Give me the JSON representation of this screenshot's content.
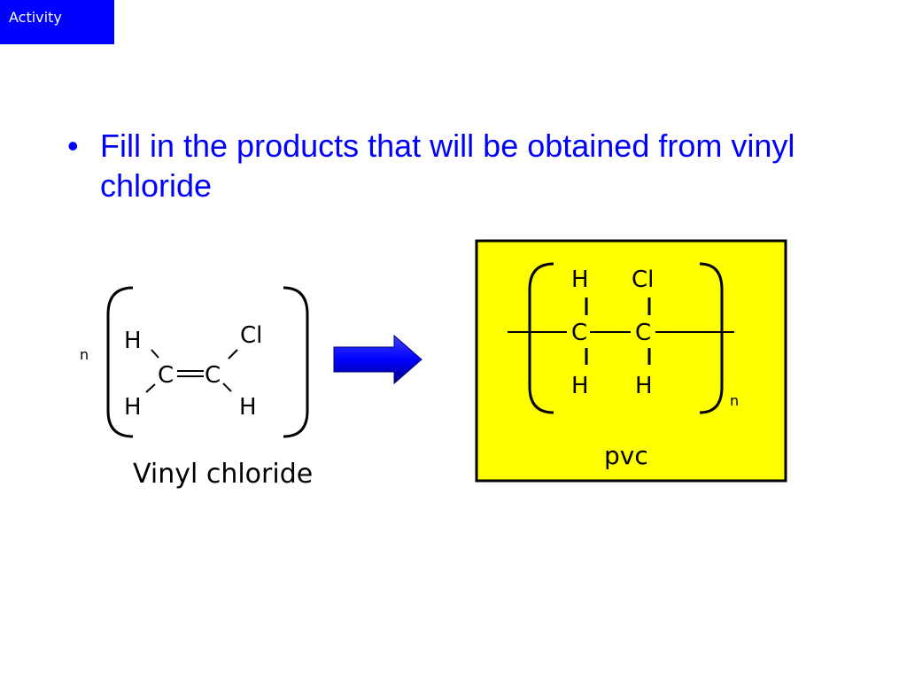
{
  "slide": {
    "tag_label": "Activity",
    "bullet_symbol": "•",
    "bullet_text": "Fill in the products that will be obtained from vinyl chloride"
  },
  "reactant": {
    "multiplier": "n",
    "atom_h_top": "H",
    "atom_h_bottom_left": "H",
    "atom_cl": "Cl",
    "atom_h_bottom_right": "H",
    "atom_c_left": "C",
    "atom_c_right": "C",
    "caption": "Vinyl chloride"
  },
  "product": {
    "atom_h_top": "H",
    "atom_cl_top": "Cl",
    "atom_c_left": "C",
    "atom_c_right": "C",
    "atom_h_bottom_left": "H",
    "atom_h_bottom_right": "H",
    "repeat": "n",
    "caption": "pvc",
    "box_fill": "#ffff00"
  },
  "arrow": {
    "fill": "#0000ff"
  }
}
